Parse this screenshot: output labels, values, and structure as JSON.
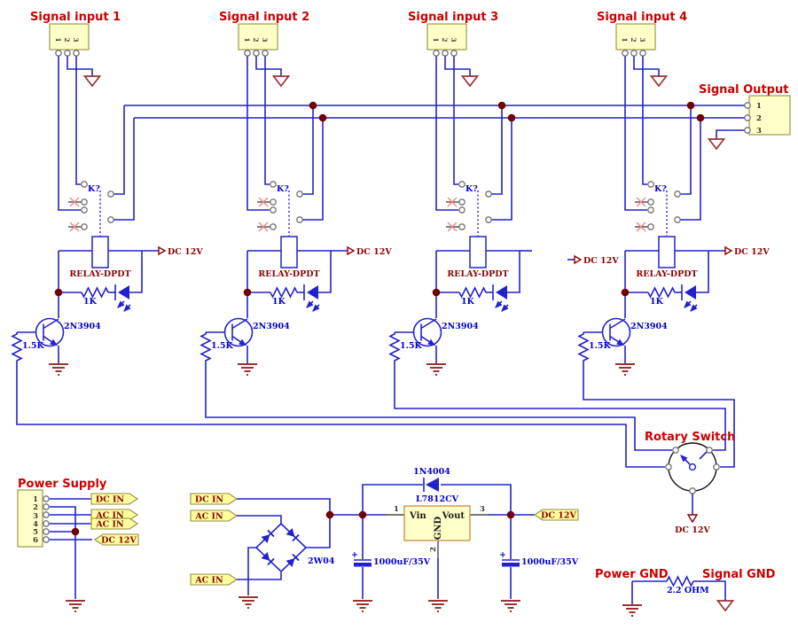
{
  "colors": {
    "wire": "#2222cc",
    "text_blue": "#0000cc",
    "title_red": "#cc0000",
    "maroon": "#8b0000",
    "dot": "#700000",
    "ground": "#993333",
    "stub_gray": "#4a4a4a",
    "contact_gray": "#737373",
    "x_mark": "#ee8888",
    "comp_fill": "#ffffc8",
    "comp_border": "#8f8f3f",
    "flag_fill": "#ffff9e",
    "reg_border": "#cc8844"
  },
  "channels": [
    {
      "label": "Signal input 1",
      "pins": [
        "1",
        "2",
        "3"
      ],
      "k": "K?",
      "relay": "RELAY-DPDT",
      "supply": "DC 12V",
      "r_base": "1K",
      "transistor": "2N3904",
      "r_pull": "1.5K"
    },
    {
      "label": "Signal input 2",
      "pins": [
        "1",
        "2",
        "3"
      ],
      "k": "K?",
      "relay": "RELAY-DPDT",
      "supply": "DC 12V",
      "r_base": "1K",
      "transistor": "2N3904",
      "r_pull": "1.5K"
    },
    {
      "label": "Signal input 3",
      "pins": [
        "1",
        "2",
        "3"
      ],
      "k": "K?",
      "relay": "RELAY-DPDT",
      "supply": "DC 12V",
      "r_base": "1K",
      "transistor": "2N3904",
      "r_pull": "1.5K"
    },
    {
      "label": "Signal input 4",
      "pins": [
        "1",
        "2",
        "3"
      ],
      "k": "K?",
      "relay": "RELAY-DPDT",
      "supply": "DC 12V",
      "r_base": "1K",
      "transistor": "2N3904",
      "r_pull": "1.5K"
    }
  ],
  "output": {
    "label": "Signal Output",
    "pins": [
      "1",
      "2",
      "3"
    ]
  },
  "rotary": {
    "label": "Rotary Switch",
    "supply": "DC 12V"
  },
  "power": {
    "title": "Power Supply",
    "pins": [
      "1",
      "2",
      "3",
      "4",
      "5",
      "6"
    ],
    "conn_flags": [
      "DC IN",
      "AC IN",
      "AC IN",
      "DC 12V"
    ],
    "feed_flags": [
      "DC IN",
      "AC IN",
      "AC IN"
    ],
    "bridge": "2W04",
    "diode": "1N4004",
    "regulator": {
      "name": "L7812CV",
      "vin": "Vin",
      "vout": "Vout",
      "gnd": "GND",
      "p1": "1",
      "p2": "2",
      "p3": "3"
    },
    "cap_left": "1000uF/35V",
    "cap_right": "1000uF/35V",
    "plus": "+",
    "out_flag": "DC 12V"
  },
  "ground_link": {
    "power": "Power GND",
    "signal": "Signal GND",
    "resistor": "2.2 OHM"
  }
}
